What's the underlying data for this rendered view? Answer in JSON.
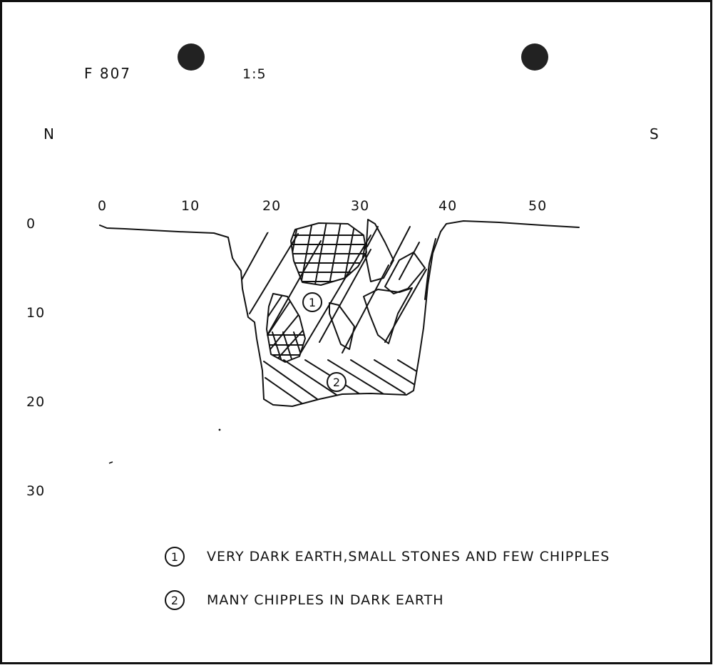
{
  "feature_id": "F 807",
  "scale": "1:5",
  "orientation": {
    "left": "N",
    "right": "S"
  },
  "horizontal_scale": [
    "0",
    "10",
    "20",
    "30",
    "40",
    "50"
  ],
  "vertical_scale": [
    "0",
    "10",
    "20",
    "30"
  ],
  "layers": [
    {
      "number": "1",
      "description": "VERY DARK EARTH,SMALL STONES AND FEW CHIPPLES"
    },
    {
      "number": "2",
      "description": "MANY CHIPPLES IN DARK EARTH"
    }
  ],
  "colors": {
    "ink": "#111111",
    "paper": "#ffffff"
  }
}
